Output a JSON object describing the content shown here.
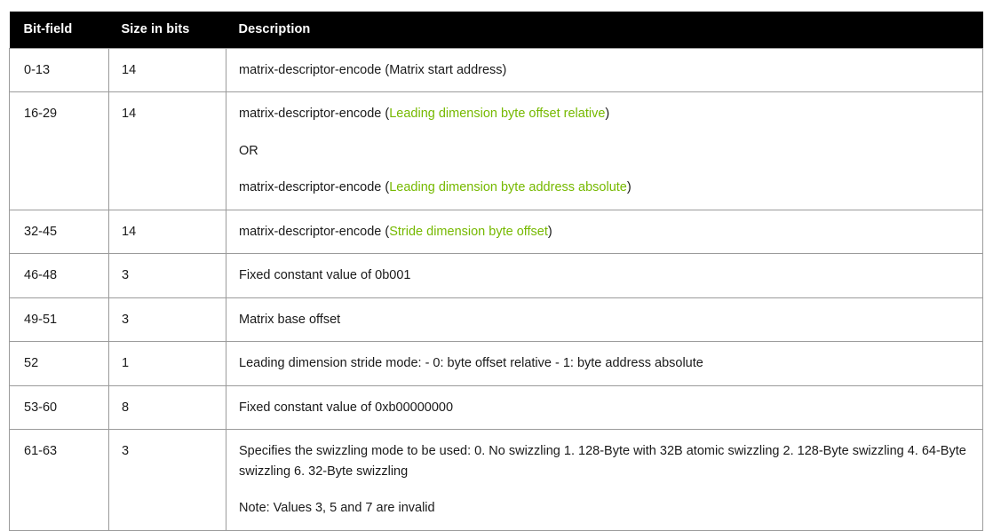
{
  "table": {
    "headers": {
      "bitfield": "Bit-field",
      "size": "Size in bits",
      "description": "Description"
    },
    "link_color": "#76b900",
    "header_bg": "#000000",
    "header_fg": "#ffffff",
    "border_color": "#9b9b9b",
    "rows": [
      {
        "bitfield": "0-13",
        "size": "14",
        "desc_lines": [
          {
            "parts": [
              {
                "text": "matrix-descriptor-encode (Matrix start address)",
                "link": false
              }
            ]
          }
        ]
      },
      {
        "bitfield": "16-29",
        "size": "14",
        "desc_lines": [
          {
            "parts": [
              {
                "text": "matrix-descriptor-encode (",
                "link": false
              },
              {
                "text": "Leading dimension byte offset relative",
                "link": true
              },
              {
                "text": ")",
                "link": false
              }
            ]
          },
          {
            "parts": [
              {
                "text": "OR",
                "link": false
              }
            ]
          },
          {
            "parts": [
              {
                "text": "matrix-descriptor-encode (",
                "link": false
              },
              {
                "text": "Leading dimension byte address absolute",
                "link": true
              },
              {
                "text": ")",
                "link": false
              }
            ]
          }
        ]
      },
      {
        "bitfield": "32-45",
        "size": "14",
        "desc_lines": [
          {
            "parts": [
              {
                "text": "matrix-descriptor-encode (",
                "link": false
              },
              {
                "text": "Stride dimension byte offset",
                "link": true
              },
              {
                "text": ")",
                "link": false
              }
            ]
          }
        ]
      },
      {
        "bitfield": "46-48",
        "size": "3",
        "desc_lines": [
          {
            "parts": [
              {
                "text": "Fixed constant value of 0b001",
                "link": false
              }
            ]
          }
        ]
      },
      {
        "bitfield": "49-51",
        "size": "3",
        "desc_lines": [
          {
            "parts": [
              {
                "text": "Matrix base offset",
                "link": false
              }
            ]
          }
        ]
      },
      {
        "bitfield": "52",
        "size": "1",
        "desc_lines": [
          {
            "parts": [
              {
                "text": "Leading dimension stride mode: - 0: byte offset relative - 1: byte address absolute",
                "link": false
              }
            ]
          }
        ]
      },
      {
        "bitfield": "53-60",
        "size": "8",
        "desc_lines": [
          {
            "parts": [
              {
                "text": "Fixed constant value of 0xb00000000",
                "link": false
              }
            ]
          }
        ]
      },
      {
        "bitfield": "61-63",
        "size": "3",
        "desc_lines": [
          {
            "parts": [
              {
                "text": "Specifies the swizzling mode to be used: 0. No swizzling 1. 128-Byte with 32B atomic swizzling 2. 128-Byte swizzling 4. 64-Byte swizzling 6. 32-Byte swizzling",
                "link": false
              }
            ]
          },
          {
            "parts": [
              {
                "text": "Note: Values 3, 5 and 7 are invalid",
                "link": false
              }
            ]
          }
        ]
      }
    ]
  }
}
